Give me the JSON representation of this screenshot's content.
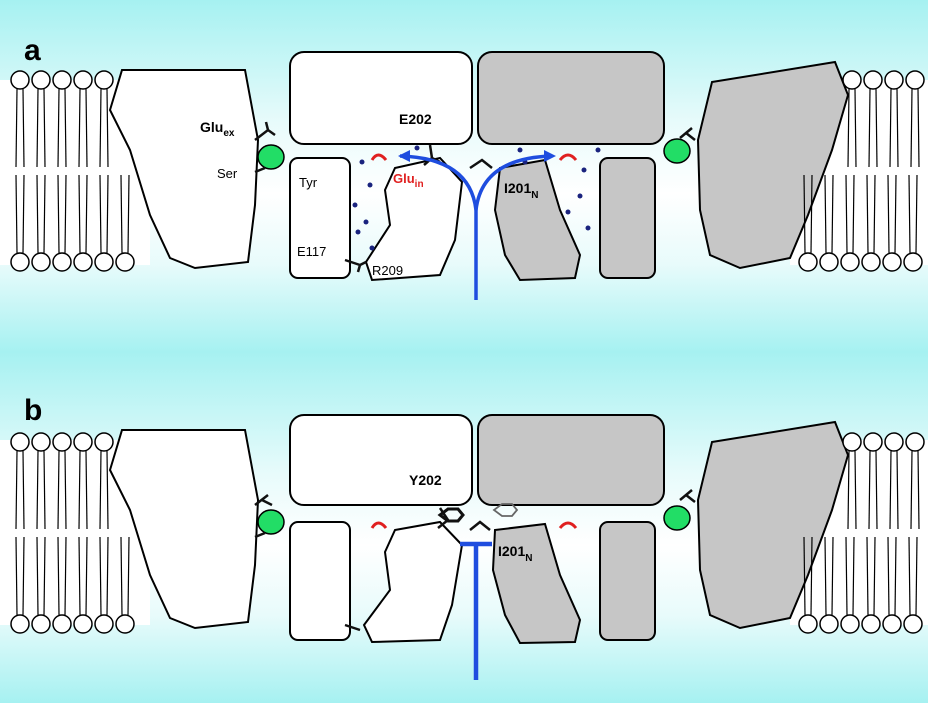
{
  "panels": [
    {
      "letter": "a",
      "labels": {
        "glu_ex": "Glu",
        "glu_ex_sub": "ex",
        "ser": "Ser",
        "tyr": "Tyr",
        "e117": "E117",
        "r209": "R209",
        "e202": "E202",
        "glu_in": "Glu",
        "glu_in_sub": "in",
        "i201": "I201",
        "i201_sub": "N"
      }
    },
    {
      "letter": "b",
      "labels": {
        "y202": "Y202",
        "i201": "I201",
        "i201_sub": "N"
      }
    }
  ],
  "colors": {
    "background_cyan": "#9ff0f0",
    "white_subunit": "#ffffff",
    "grey_subunit": "#c6c6c6",
    "green_site": "#22dd66",
    "arrow_blue": "#1f4ddf",
    "red_residue": "#e02020",
    "dot_navy": "#1a237e",
    "dark_residue": "#5a5a5a"
  }
}
